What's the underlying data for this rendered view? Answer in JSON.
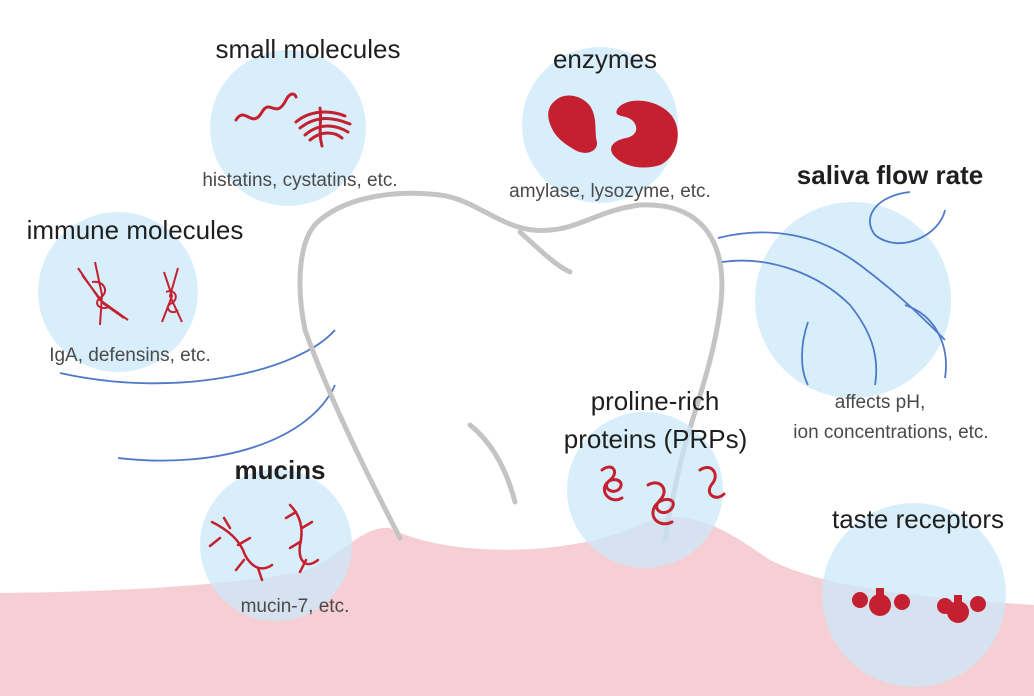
{
  "colors": {
    "bubble": "#c9e9fa",
    "gum": "#f6cfd4",
    "molecule": "#c42030",
    "tooth_outline": "#c4c4c4",
    "flow_line": "#4f79c8"
  },
  "groups": {
    "small_molecules": {
      "title": "small molecules",
      "subtitle": "histatins, cystatins, etc.",
      "icon": "coiled-peptide-icon"
    },
    "enzymes": {
      "title": "enzymes",
      "subtitle": "amylase, lysozyme, etc.",
      "icon": "enzyme-blob-icon"
    },
    "saliva_flow": {
      "title": "saliva flow rate",
      "subtitle_line1": "affects pH,",
      "subtitle_line2": "ion concentrations, etc.",
      "icon": "flow-swirl-icon"
    },
    "immune": {
      "title": "immune molecules",
      "subtitle": "IgA, defensins, etc.",
      "icon": "antibody-icon"
    },
    "prps": {
      "title_line1": "proline-rich",
      "title_line2": "proteins (PRPs)",
      "icon": "protein-coil-icon"
    },
    "mucins": {
      "title": "mucins",
      "subtitle": "mucin-7, etc.",
      "icon": "branched-mucin-icon"
    },
    "taste": {
      "title": "taste receptors",
      "icon": "receptor-icon"
    }
  }
}
